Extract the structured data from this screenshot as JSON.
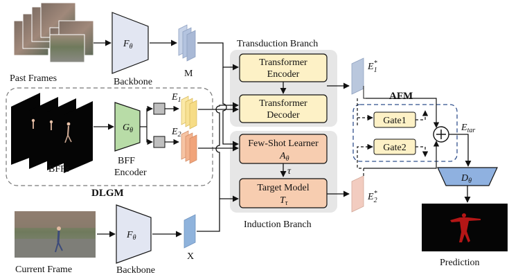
{
  "inputs": {
    "past_frames": "Past Frames",
    "bffs": "BFFs",
    "current_frame": "Current Frame"
  },
  "backbone": {
    "label": "Backbone",
    "symbol": "F",
    "symbol_sub": "θ"
  },
  "features": {
    "memory": "M",
    "query": "X"
  },
  "dlgm": {
    "title": "DLGM",
    "encoder_line1": "BFF",
    "encoder_line2": "Encoder",
    "encoder_symbol": "G",
    "encoder_symbol_sub": "θ",
    "e1": "E",
    "e1_sub": "1",
    "e2": "E",
    "e2_sub": "2"
  },
  "transduction": {
    "title": "Transduction Branch",
    "encoder_line1": "Transformer",
    "encoder_line2": "Encoder",
    "decoder_line1": "Transformer",
    "decoder_line2": "Decoder",
    "output": "E",
    "output_sub": "1",
    "output_sup": "*"
  },
  "induction": {
    "title": "Induction Branch",
    "learner_line1": "Few-Shot Learner",
    "learner_symbol": "A",
    "learner_symbol_sub": "θ",
    "tau": "τ",
    "target_line1": "Target Model",
    "target_symbol": "T",
    "target_symbol_sub": "τ",
    "output": "E",
    "output_sub": "2",
    "output_sup": "*"
  },
  "afm": {
    "title": "AFM",
    "gate1": "Gate1",
    "gate2": "Gate2",
    "plus": "+",
    "etar": "E",
    "etar_sub": "tar"
  },
  "decoder": {
    "symbol": "D",
    "symbol_sub": "θ"
  },
  "output": {
    "label": "Prediction"
  },
  "colors": {
    "backbone_fill": "#e2e6f2",
    "feature_blue": "#a9b9d6",
    "feature_blue_light": "#c7d3e8",
    "x_blue": "#8fb3dc",
    "yellow_box": "#fdf1c6",
    "orange_box": "#f7cdb0",
    "green_encoder": "#b8dca7",
    "gray_square": "#bfbfbf",
    "yellow_feat": "#f6dc86",
    "orange_feat": "#f1a47a",
    "panel_gray": "#e6e6e6",
    "afm_dash": "#2f4f8c",
    "decoder_fill": "#8fb1e0",
    "e2_star": "#f2ccc0"
  }
}
